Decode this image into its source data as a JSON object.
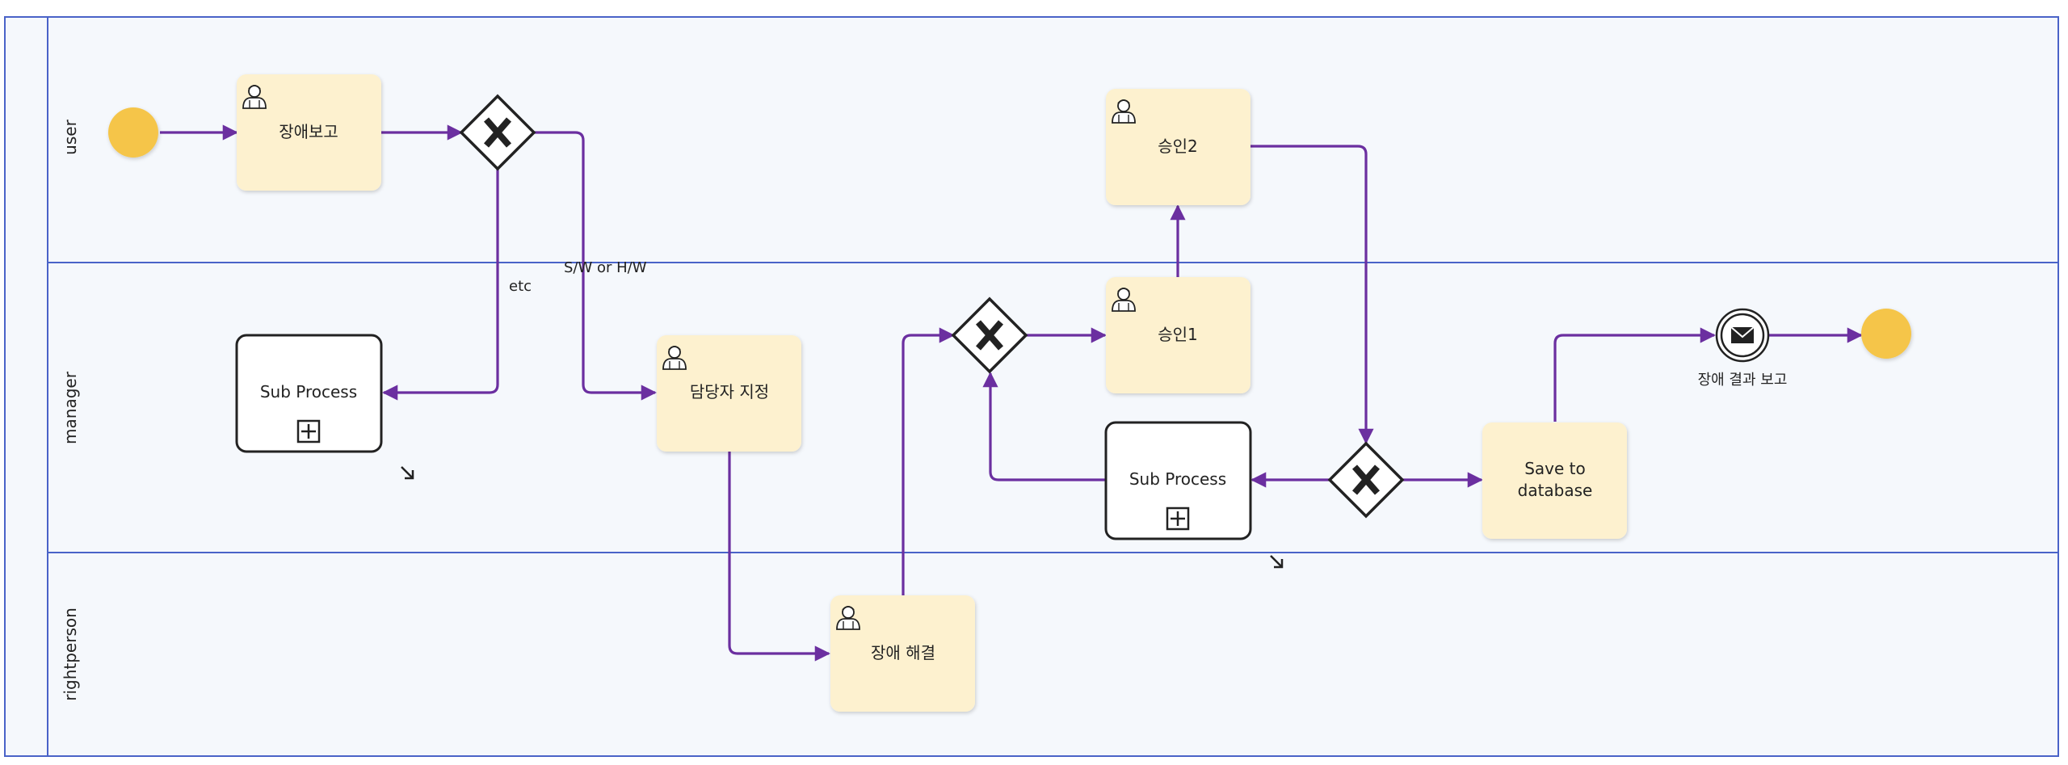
{
  "diagram": {
    "lanes": {
      "user": "user",
      "manager": "manager",
      "rightperson": "rightperson"
    },
    "tasks": {
      "report": "장애보고",
      "assign": "담당자 지정",
      "resolve": "장애 해결",
      "approve1": "승인1",
      "approve2": "승인2",
      "save_line1": "Save to",
      "save_line2": "database"
    },
    "subprocesses": {
      "left": "Sub Process",
      "right": "Sub Process"
    },
    "events": {
      "message_label": "장애 결과 보고"
    },
    "edge_labels": {
      "etc": "etc",
      "sw_hw": "S/W or H/W"
    },
    "icons": {
      "user_task": "user-icon",
      "gateway": "exclusive-gateway-x-icon",
      "subprocess_marker": "plus-square-icon",
      "message": "envelope-icon",
      "expand": "arrow-down-right-icon"
    },
    "colors": {
      "lane_border": "#4a63c8",
      "lane_fill": "#f5f8fc",
      "task_fill": "#fdf1cf",
      "event_fill": "#f5c54a",
      "flow": "#6b2fa0"
    }
  }
}
